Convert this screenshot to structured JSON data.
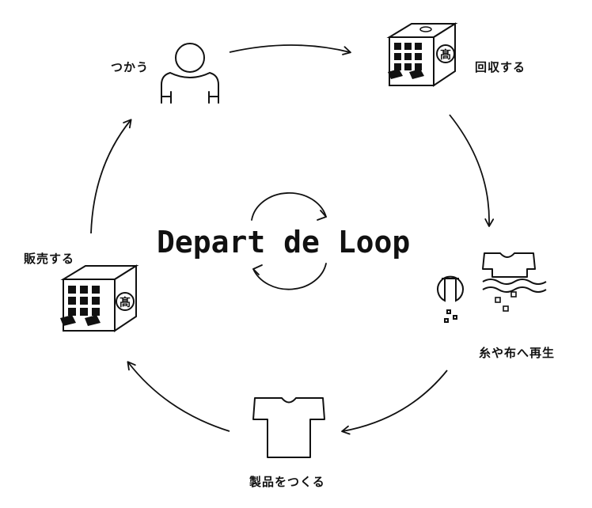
{
  "title": "Depart de Loop",
  "steps": {
    "use": "つかう",
    "collect": "回収する",
    "regenerate": "糸や布へ再生",
    "make": "製品をつくる",
    "sell": "販売する"
  },
  "store_sign": "髙",
  "colors": {
    "ink": "#111111",
    "background": "#ffffff"
  }
}
